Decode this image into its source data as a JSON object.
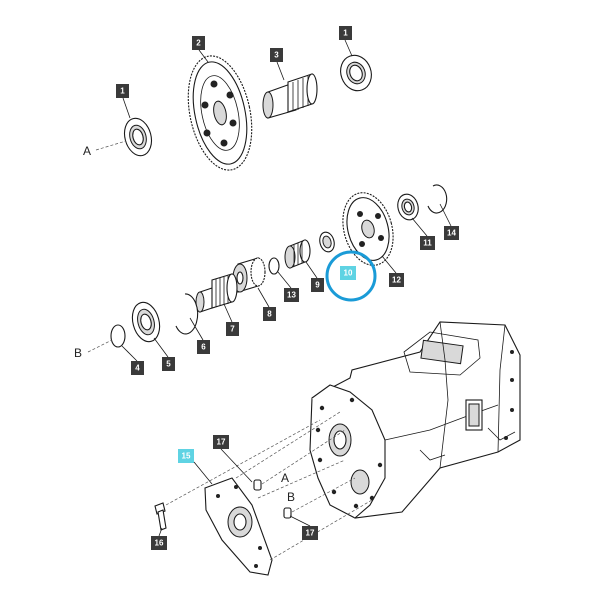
{
  "callouts": {
    "c1a": "1",
    "c1b": "1",
    "c2": "2",
    "c3": "3",
    "c4": "4",
    "c5": "5",
    "c6": "6",
    "c7": "7",
    "c8": "8",
    "c9": "9",
    "c10": "10",
    "c11": "11",
    "c12": "12",
    "c13": "13",
    "c14": "14",
    "c15": "15",
    "c16": "16",
    "c17a": "17",
    "c17b": "17"
  },
  "references": {
    "a_top": "A",
    "b_mid": "B",
    "a_bottom": "A",
    "b_bottom": "B"
  },
  "colors": {
    "callout_default": "#3a3a3a",
    "callout_highlight": "#5fd3e3",
    "selection_ring": "#1a9bd7"
  },
  "highlighted_callouts": [
    "10",
    "15"
  ]
}
